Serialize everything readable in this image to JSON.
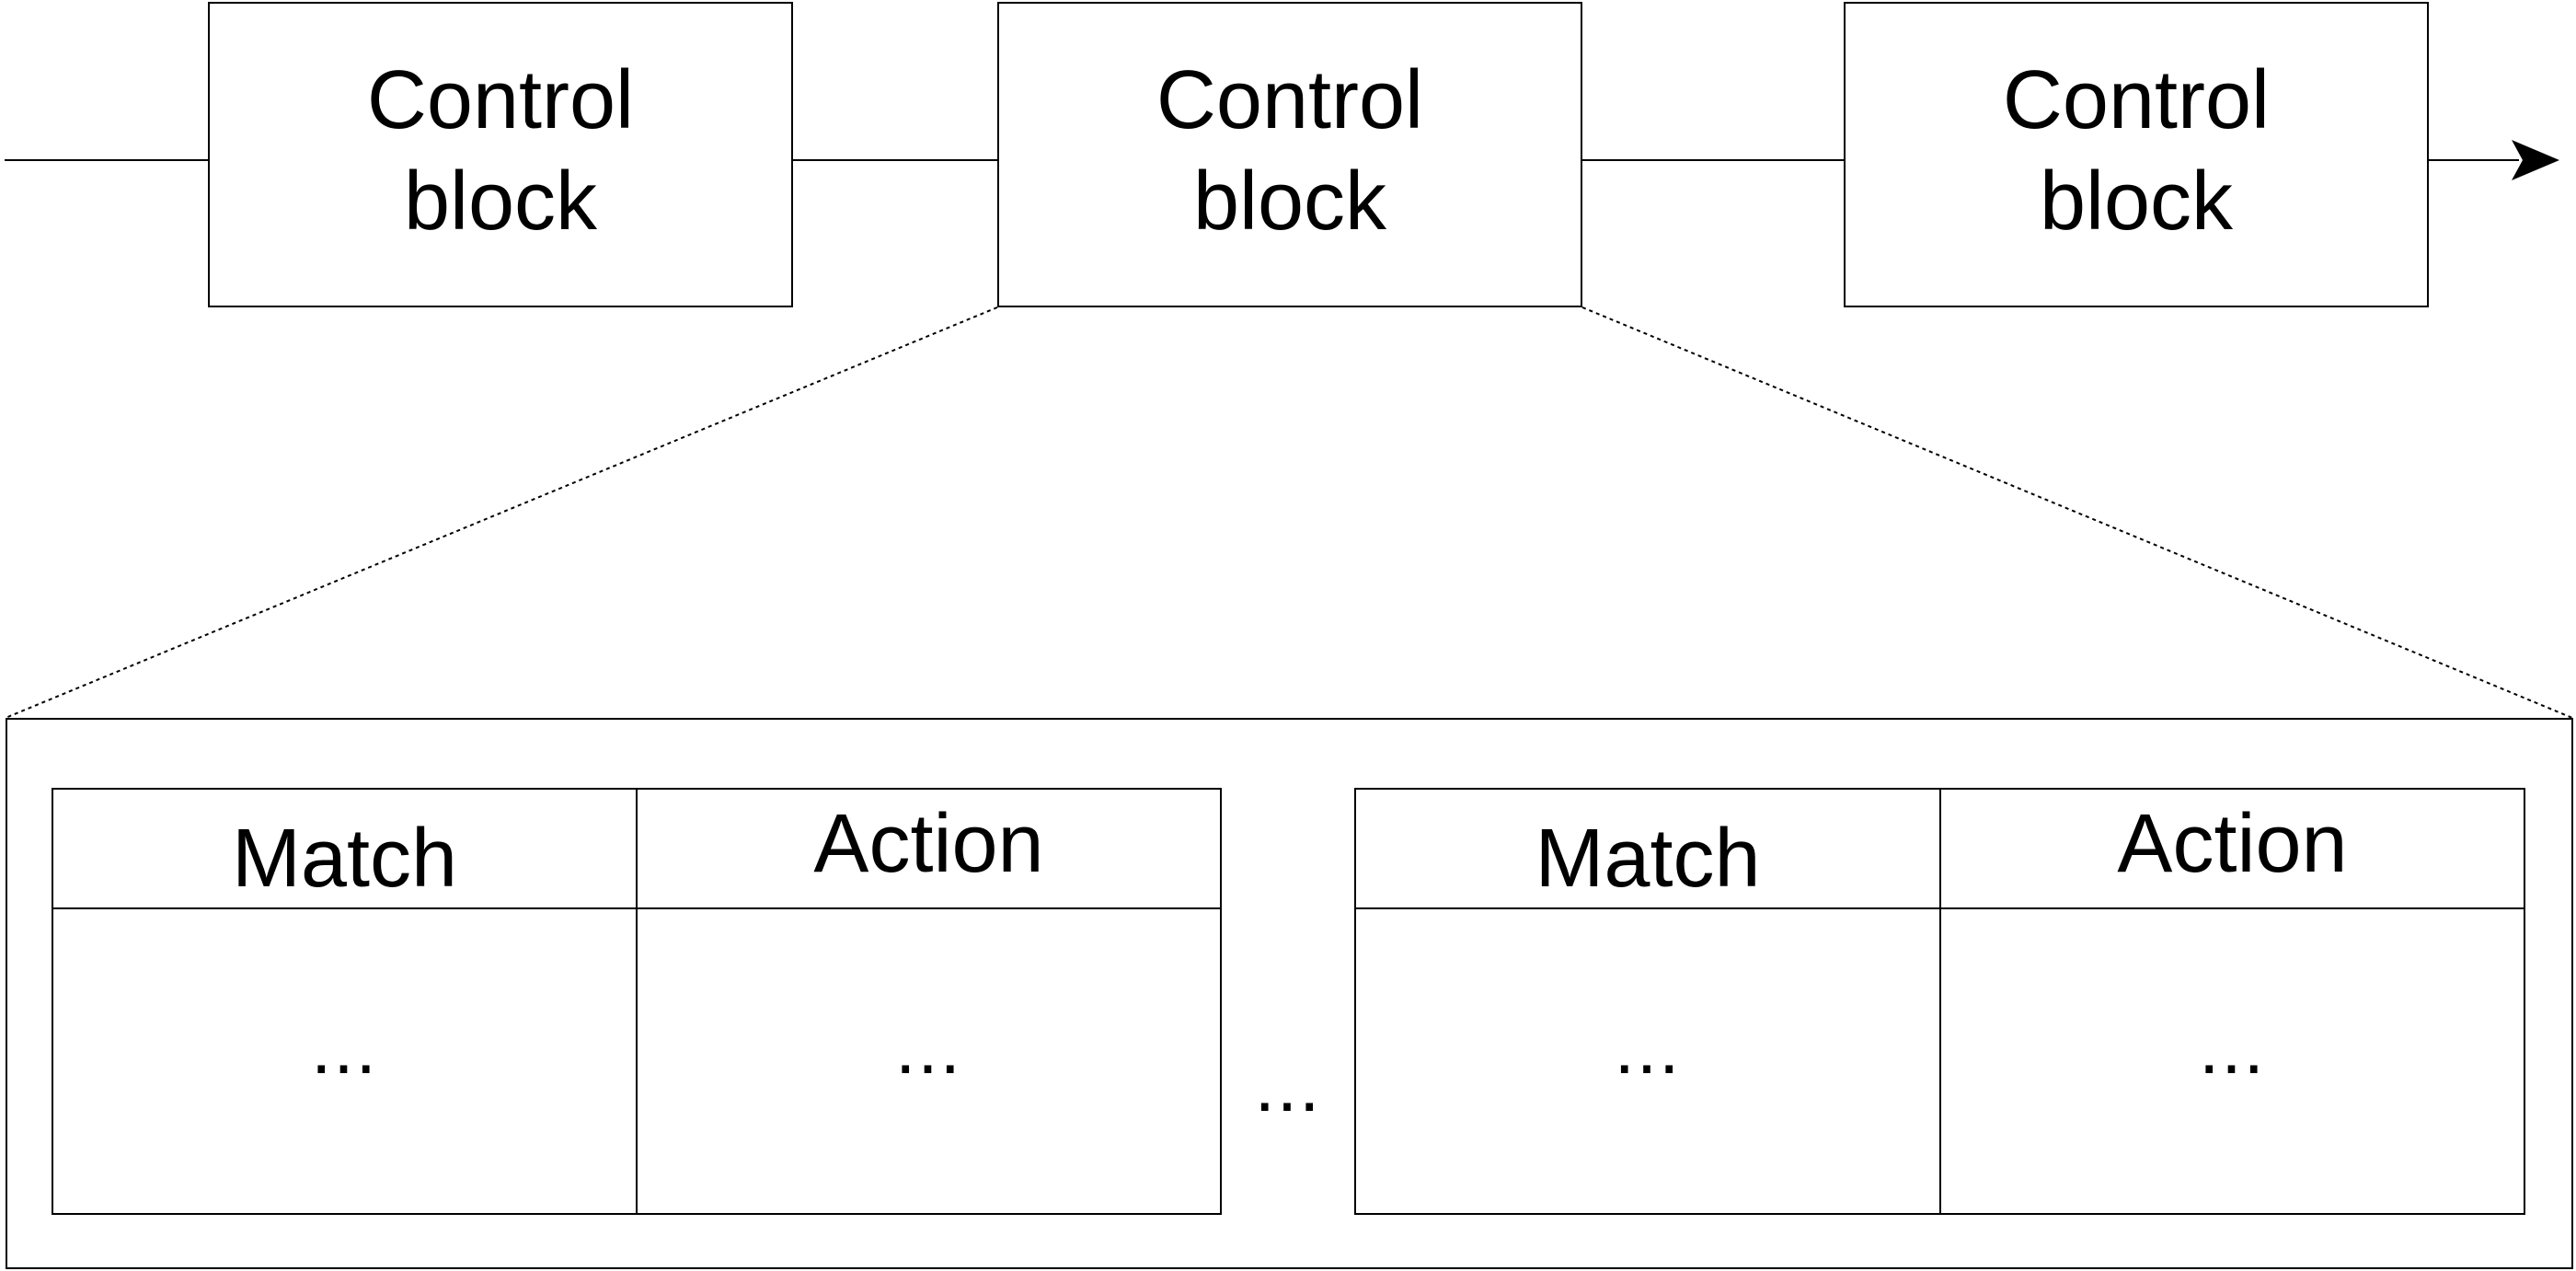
{
  "control_blocks": [
    {
      "line1": "Control",
      "line2": "block"
    },
    {
      "line1": "Control",
      "line2": "block"
    },
    {
      "line1": "Control",
      "line2": "block"
    }
  ],
  "tables": [
    {
      "match_header": "Match",
      "action_header": "Action",
      "match_body": "...",
      "action_body": "..."
    },
    {
      "match_header": "Match",
      "action_header": "Action",
      "match_body": "...",
      "action_body": "..."
    }
  ],
  "between_tables": "...",
  "colors": {
    "stroke": "#000000",
    "background": "#ffffff"
  }
}
